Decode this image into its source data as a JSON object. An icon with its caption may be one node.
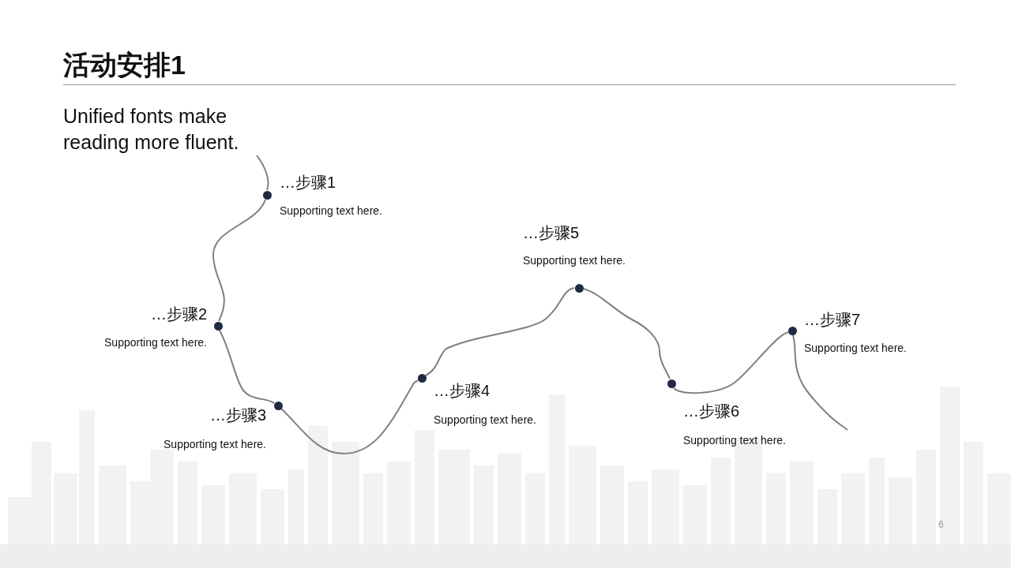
{
  "diagram": {
    "title": "活动安排1",
    "nodes": [
      {
        "text": [],
        "shape": "circle",
        "beside": [
          "…步骤1",
          "Supporting text here."
        ]
      },
      {
        "text": [],
        "shape": "circle",
        "beside": [
          "…步骤2",
          "Supporting text here."
        ]
      },
      {
        "text": [],
        "shape": "circle",
        "beside": [
          "…步骤3",
          "Supporting text here."
        ]
      },
      {
        "text": [],
        "shape": "circle",
        "beside": [
          "…步骤4",
          "Supporting text here."
        ]
      },
      {
        "text": [],
        "shape": "circle",
        "beside": [
          "…步骤5",
          "Supporting text here."
        ]
      },
      {
        "text": [],
        "shape": "circle",
        "beside": [
          "…步骤6",
          "Supporting text here."
        ]
      },
      {
        "text": [],
        "shape": "circle",
        "beside": [
          "…步骤7",
          "Supporting text here."
        ]
      }
    ],
    "edges": [
      {
        "from": null,
        "to": 0,
        "arrow": "none"
      },
      {
        "from": 0,
        "to": 1,
        "arrow": "none"
      },
      {
        "from": 1,
        "to": 2,
        "arrow": "none"
      },
      {
        "from": 2,
        "to": 3,
        "arrow": "none"
      },
      {
        "from": 3,
        "to": 4,
        "arrow": "none"
      },
      {
        "from": 4,
        "to": 5,
        "arrow": "none"
      },
      {
        "from": 5,
        "to": 6,
        "arrow": "none"
      },
      {
        "from": 6,
        "to": null,
        "arrow": "none"
      }
    ],
    "labels": [
      "Unified fonts make reading more fluent.",
      "6"
    ]
  }
}
